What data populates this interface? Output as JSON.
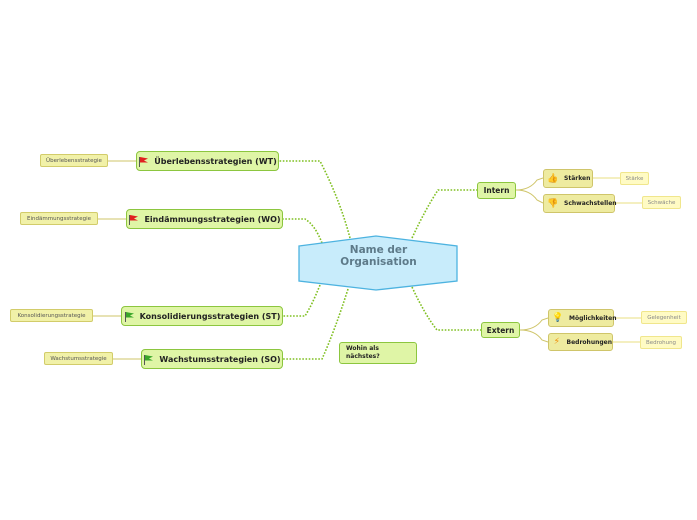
{
  "central_topic": {
    "line1": "Name der",
    "line2": "Organisation"
  },
  "strategies": [
    {
      "label": "Überlebensstrategien (WT)",
      "leaf": "Überlebensstrategie",
      "flag": "red-flag-icon",
      "flag_color": "#e02020"
    },
    {
      "label": "Eindämmungsstrategien (WO)",
      "leaf": "Eindämmungsstrategie",
      "flag": "red-flag-icon",
      "flag_color": "#e02020"
    },
    {
      "label": "Konsolidierungsstrategien (ST)",
      "leaf": "Konsolidierungsstrategie",
      "flag": "green-flag-icon",
      "flag_color": "#3aa62a"
    },
    {
      "label": "Wachstumsstrategien (SO)",
      "leaf": "Wachstumsstrategie",
      "flag": "green-flag-icon",
      "flag_color": "#3aa62a"
    }
  ],
  "note": {
    "text": "Wohin als nächstes?"
  },
  "intern": {
    "label": "Intern",
    "items": [
      {
        "label": "Stärken",
        "icon": "thumbs-up-icon",
        "leaf": "Stärke"
      },
      {
        "label": "Schwachstellen",
        "icon": "thumbs-down-icon",
        "leaf": "Schwäche"
      }
    ]
  },
  "extern": {
    "label": "Extern",
    "items": [
      {
        "label": "Möglichkeiten",
        "icon": "lightbulb-icon",
        "leaf": "Gelegenheit"
      },
      {
        "label": "Bedrohungen",
        "icon": "lightning-icon",
        "leaf": "Bedrohung"
      }
    ]
  },
  "colors": {
    "central_fill": "#c8ecfb",
    "central_border": "#4db3e0",
    "topic_fill": "#dff5a6",
    "topic_border": "#8cc63f",
    "connector": "#7fbf20"
  }
}
